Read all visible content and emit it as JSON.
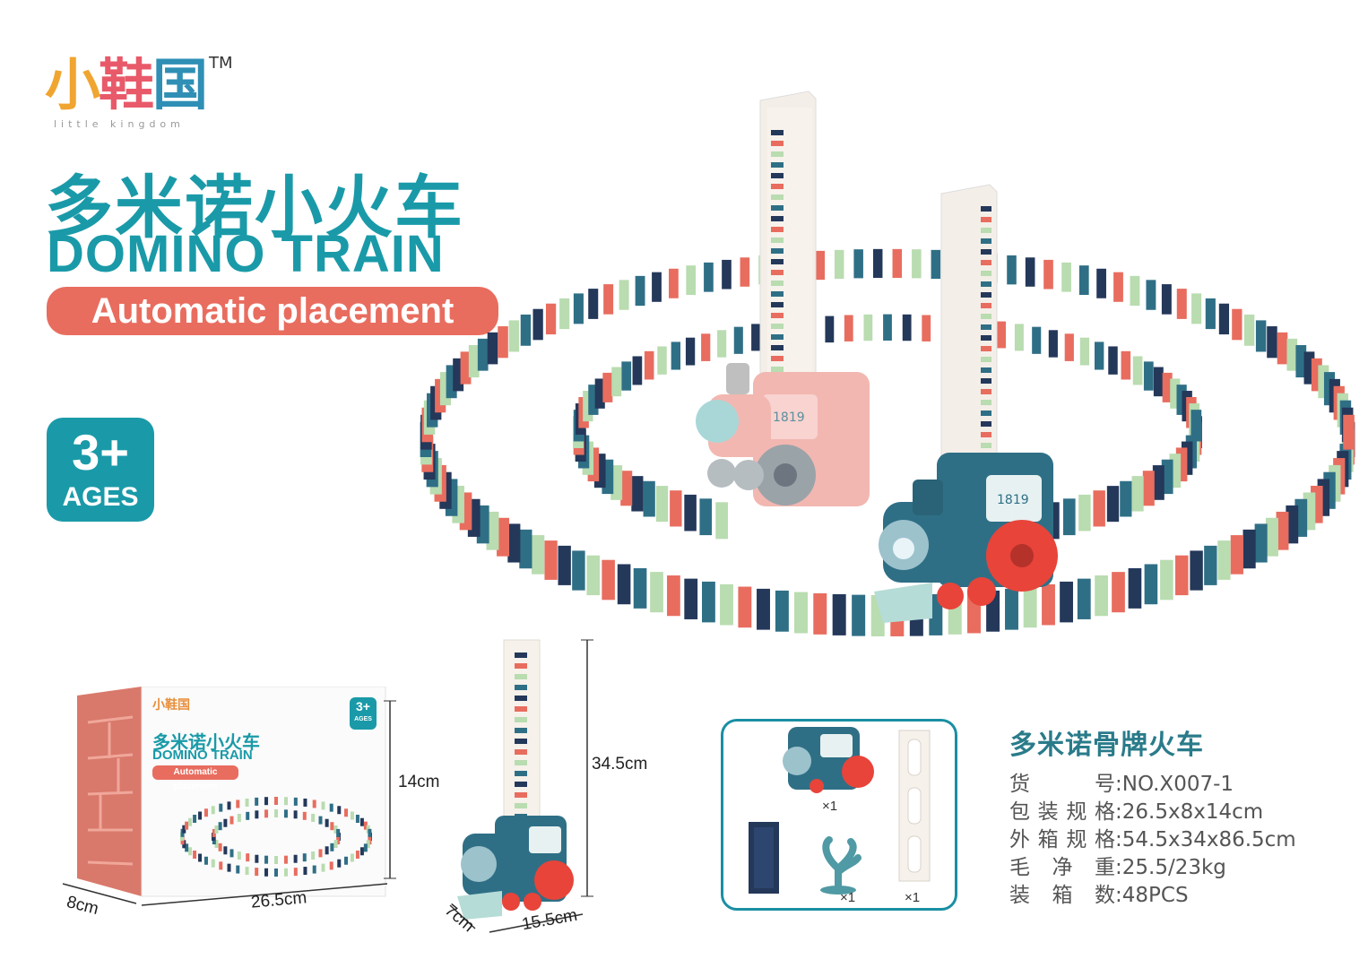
{
  "brand": {
    "logo_cn": [
      "小",
      "鞋",
      "国"
    ],
    "logo_en": "little kingdom",
    "tm": "TM"
  },
  "title_cn": "多米诺小火车",
  "title_en": "DOMINO TRAIN",
  "tagline": "Automatic placement",
  "age": {
    "number": "3+",
    "label": "AGES"
  },
  "box": {
    "brand": "小鞋国",
    "title_cn": "多米诺小火车",
    "title_en": "DOMINO TRAIN",
    "tagline": "Automatic placement",
    "age_number": "3+",
    "age_label": "AGES",
    "dim_depth": "8cm",
    "dim_width": "26.5cm",
    "dim_height": "14cm"
  },
  "product_dims": {
    "height": "34.5cm",
    "depth": "7cm",
    "width": "15.5cm"
  },
  "parts": {
    "train_qty": "×1",
    "tree_qty": "×1",
    "tower_qty": "×1"
  },
  "spec": {
    "title": "多米诺骨牌火车",
    "rows": [
      {
        "key": "货号",
        "value": ":NO.X007-1"
      },
      {
        "key": "包装规格",
        "value": ":26.5x8x14cm"
      },
      {
        "key": "外箱规格",
        "value": ":54.5x34x86.5cm"
      },
      {
        "key": "毛净重",
        "value": ":25.5/23kg"
      },
      {
        "key": "装箱数",
        "value": ":48PCS"
      }
    ]
  },
  "colors": {
    "teal": "#1a9aa8",
    "coral": "#e86d5f",
    "navy": "#24385a",
    "mint": "#b9dcb0",
    "pink": "#f3b8b4",
    "train_teal": "#2f6f86",
    "red": "#e8443a"
  }
}
